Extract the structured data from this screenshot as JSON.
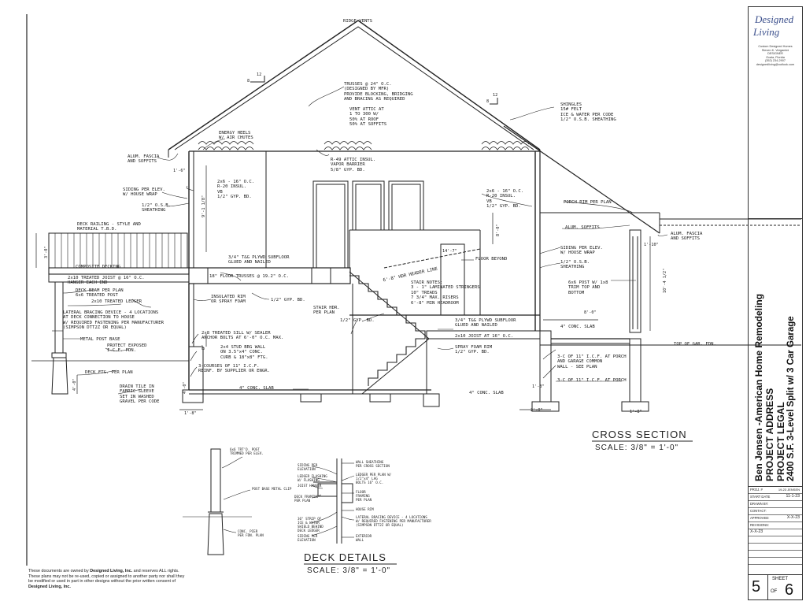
{
  "heading": {
    "cross_section": "CROSS SECTION",
    "cross_scale": "SCALE: 3/8\" = 1'-0\"",
    "deck_details": "DECK DETAILS",
    "deck_scale": "SCALE: 3/8\" = 1'-0\""
  },
  "notes": {
    "ridge_vents": "RIDGE VENTS",
    "trusses": "TRUSSES @ 24\" O.C.\n(DESIGNED BY MFR)\nPROVIDE BLOCKING, BRIDGING\nAND BRACING AS REQUIRED",
    "vent_attic": "VENT ATTIC AT\n1 TO 300 W/\n50% AT ROOF\n50% AT SOFFITS",
    "shingles": "SHINGLES\n15# FELT\nICE & WATER PER CODE\n1/2\" O.S.B. SHEATHING",
    "energy_heels": "ENERGY HEELS\nW/ AIR CHUTES",
    "r49": "R-49 ATTIC INSUL.\nVAPOR BARRIER\n5/8\" GYP. BD.",
    "alum_fascia_left": "ALUM. FASCIA\nAND SOFFITS",
    "wall_2x6_left": "2x6 - 16\" O.C.\nR-20 INSUL.\nVB\n1/2\" GYP. BD.",
    "siding_left": "SIDING PER ELEV.\nW/ HOUSE WRAP",
    "osb_left": "1/2\" O.S.B.\nSHEATHING",
    "wall_2x6_right": "2x6 - 16\" O.C.\nR-20 INSUL.\nVB\n1/2\" GYP. BD.",
    "porch_rim": "PORCH RIM PER PLAN",
    "alum_soffits": "ALUM. SOFFITS",
    "alum_fascia_right": "ALUM. FASCIA\nAND SOFFITS",
    "siding_right": "SIDING PER ELEV.\nW/ HOUSE WRAP",
    "osb_right": "1/2\" O.S.B.\nSHEATHING",
    "post_6x6": "6x6 POST W/ 1x8\nTRIM TOP AND\nBOTTOM",
    "deck_railing": "DECK RAILING - STYLE AND\nMATERIAL T.B.D.",
    "composite": "COMPOSITE DECKING",
    "joist_2x10": "2x10 TREATED JOIST @ 16\" O.C.\nHANGER EACH END",
    "deck_beam": "DECK BEAM PER PLAN\n6x6 TREATED POST",
    "ledger": "2x10 TREATED LEDGER",
    "lateral": "LATERAL BRACING DEVICE - 4 LOCATIONS\nAT DECK CONNECTION TO HOUSE\nW/ REQUIRED FASTENING PER MANUFACTURER\n(SIMPSON DTT2Z OR EQUAL)",
    "metal_post": "METAL POST BASE",
    "protect": "PROTECT EXPOSED\nI.C.F. FDN.",
    "deck_ftg": "DECK FTG. PER PLAN",
    "drain": "DRAIN TILE IN\nFABRIC SLEEVE\nSET IN WASHED\nGRAVEL PER CODE",
    "subfloor_top": "3/4\" T&G PLYWD SUBFLOOR\nGLUED AND NAILED",
    "floor_trusses": "18\" FLOOR TRUSSES @ 19.2\" O.C.",
    "insulated_rim": "INSULATED RIM\nOR SPRAY FOAM",
    "gyp_half_1": "1/2\" GYP. BD.",
    "sill": "2x8 TREATED SILL W/ SEALER\nANCHOR BOLTS AT 6'-0\" O.C. MAX.",
    "stud_brg": "2x4 STUD BRG WALL\nON 3.5\"x4\" CONC.\nCURB & 18\"x8\" FTG.",
    "icf3": "3-COURSES OF 11\" I.C.F.\nREINF. BY SUPPLIER OR ENGR.",
    "conc_slab": "4\" CONC. SLAB",
    "header_line": "6'-8\" HDR HEADER LINE",
    "floor_beyond": "FLOOR BEYOND",
    "stair_notes": "STAIR NOTES:\n3 - 1\" LAMINATED STRINGERS\n10\" TREADS\n7 3/4\" MAX. RISERS\n6'-8\" MIN HEADROOM",
    "stair_hdr": "STAIR HDR.\nPER PLAN",
    "gyp_half_2": "1/2\" GYP. BD.",
    "subfloor_mid": "3/4\" T&G PLYWD SUBFLOOR\nGLUED AND NAILED",
    "conc_slab_2": "4\" CONC. SLAB",
    "joist_2x10b": "2x10 JOIST AT 16\" O.C.",
    "spray_rim": "SPRAY FOAM RIM\n1/2\" GYP. BD.",
    "top_gar": "TOP OF GAR. FDN.",
    "icf_porch_common": "3-C OF 11\" I.C.F. AT PORCH\nAND GARAGE COMMON\nWALL - SEE PLAN",
    "icf_porch": "3-C OF 11\" I.C.F. AT PORCH",
    "conc_slab_3": "4\" CONC. SLAB"
  },
  "dims": {
    "d1": "1'-6\"",
    "d2": "9'-1 1/8\"",
    "d3": "3'-0\"",
    "d4": "14'-7\"",
    "d5": "8'-0\"",
    "d6": "1'-10\"",
    "d7": "10'-4 1/2\"",
    "d8": "8'-0\"",
    "d9": "1'-8\"",
    "d10": "1'-3\"",
    "d11": "2'-0\"",
    "d12": "1'-8\"",
    "d13": "4'-0\"",
    "d14": "4'-0\"",
    "d15": "8\"",
    "pitch1": "12",
    "pitch1b": "8",
    "pitch2": "12",
    "pitch2b": "8"
  },
  "deck_details": {
    "post_trtd": "6x6 TRT'D. POST\nTRIMMED PER ELEV.",
    "post_base": "POST BASE METAL CLIP",
    "conc_pier": "CONC. PIER\nPER FDN. PLAN",
    "siding": "SIDING PER\nELEVATION",
    "ledger_flash": "LEDGER FLASHING\nW/ FLASHING",
    "joist_hanger": "JOIST HANGER",
    "deck_framing": "DECK FRAMING\nPER PLAN",
    "ice_water": "36\" STRIP OF\nICE & WATER\nSHIELD BEHIND\nDECK LEDGER",
    "siding2": "SIDING PER\nELEVATION",
    "wall_sheathing": "WALL SHEATHING\nPER CROSS SECTION",
    "ledger_plan": "LEDGER PER PLAN W/\n1/2\"x4\" LAG\nBOLTS 16\" O.C.",
    "floor_framing": "FLOOR\nFRAMING\nPER PLAN",
    "house_rim": "HOUSE RIM",
    "lateral2": "LATERAL BRACING DEVICE - 4 LOCATIONS\nW/ REQUIRED FASTENING PER MANUFACTURER\n(SIMPSON DTT2Z OR EQUAL)",
    "exterior_wall": "EXTERIOR\nWALL"
  },
  "disclaimer": {
    "t1": "These documents are owned by ",
    "owner": "Designed Living, Inc.",
    "t2": " and reserves ALL rights. These plans may not be re-used, copied or assigned to another party nor shall they be modified or used in part in other designs without the prior written consent of ",
    "owner2": "Designed Living, Inc."
  },
  "title_block": {
    "logo_top": "Designed",
    "logo_bottom": "Living",
    "logo_lines": [
      "Custom Designed Homes",
      "Steven K. Vergamini",
      "DESIGNER",
      "Ocala, Florida",
      "(352) 234-2907",
      "designedliving@outlook.com"
    ],
    "line1": "Ben Jensen -American Home Remodeling",
    "line2": "PROJECT ADDRESS",
    "line3": "PROJECT LEGAL",
    "line4": "2400 S.F. 3-Level Split w/ 3 Car Garage",
    "rows": [
      {
        "k": "PROJ. #",
        "v": "19-23 JENSEN"
      },
      {
        "k": "START DATE",
        "v": "11-1-23"
      },
      {
        "k": "DRAWN BY:",
        "v": ""
      },
      {
        "k": "CONTACT:",
        "v": ""
      },
      {
        "k": "APPROVED:",
        "v": "X-X-23"
      },
      {
        "k": "REVISIONS:",
        "v": ""
      },
      {
        "k": "X-X-23",
        "v": ""
      }
    ],
    "sheet_label": "SHEET",
    "sheet_no": "5",
    "of_label": "OF",
    "sheet_total": "6"
  }
}
